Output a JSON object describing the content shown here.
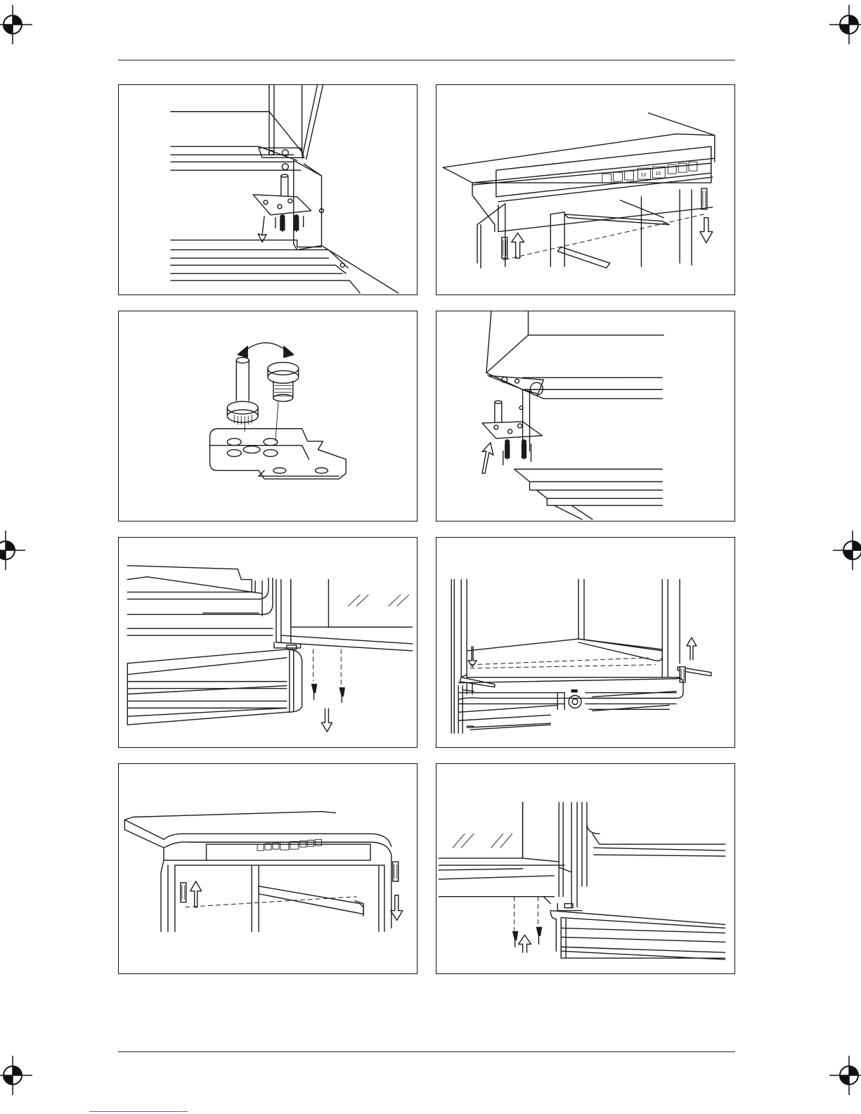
{
  "page": {
    "background": "#ffffff",
    "ink": "#1a1a1a",
    "footer_link_color": "#4a6fb5"
  },
  "figures": [
    {
      "id": "fig-1",
      "icon": "upper-hinge-removal-illustration"
    },
    {
      "id": "fig-2",
      "icon": "control-panel-pins-illustration"
    },
    {
      "id": "fig-3",
      "icon": "hinge-pin-swap-illustration"
    },
    {
      "id": "fig-4",
      "icon": "upper-hinge-refit-illustration"
    },
    {
      "id": "fig-5",
      "icon": "lower-hinge-removal-illustration"
    },
    {
      "id": "fig-6",
      "icon": "cabinet-pin-transfer-illustration"
    },
    {
      "id": "fig-7",
      "icon": "control-panel-pins-refit-illustration"
    },
    {
      "id": "fig-8",
      "icon": "lower-hinge-refit-illustration"
    }
  ]
}
